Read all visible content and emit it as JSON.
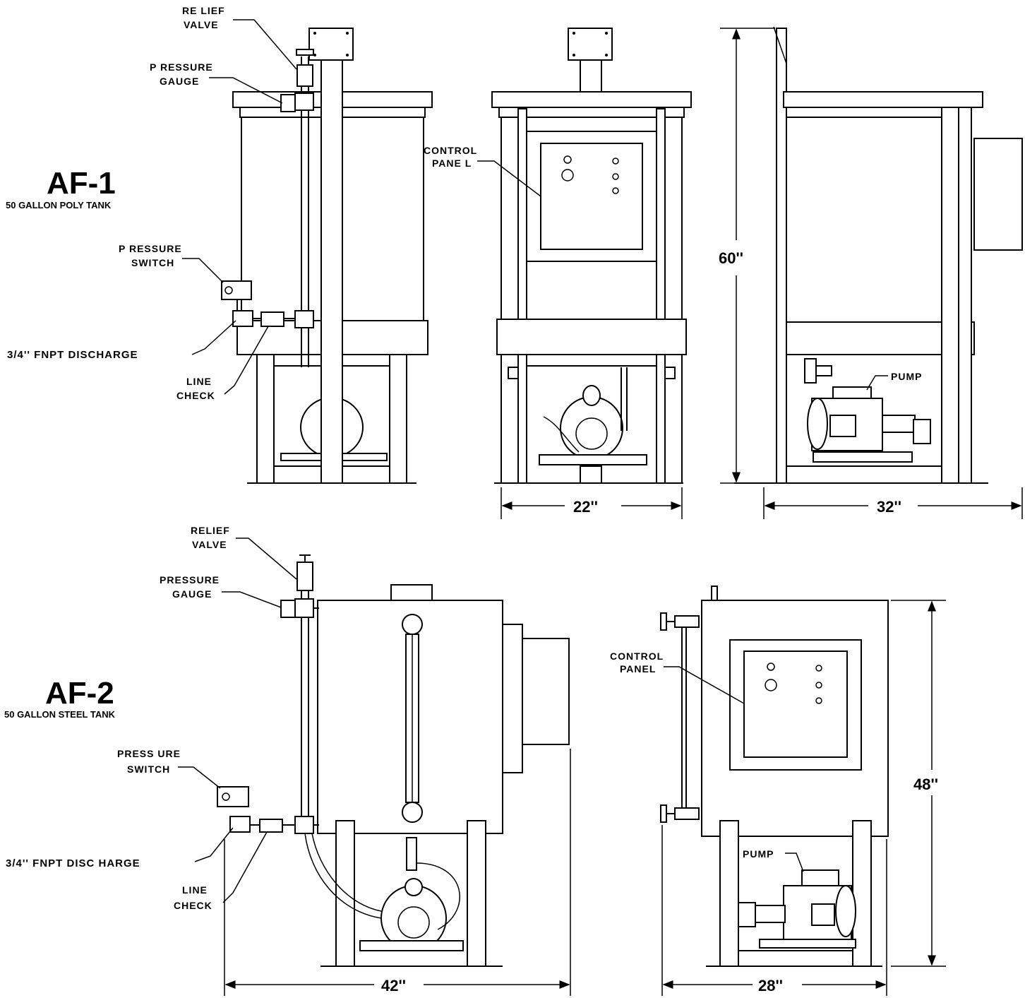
{
  "af1": {
    "title": "AF-1",
    "subtitle": "50 GALLON POLY TANK",
    "labels": {
      "relief_valve_1": "RE LIEF",
      "relief_valve_2": "VALVE",
      "pressure_gauge_1": "P RESSURE",
      "pressure_gauge_2": "GAUGE",
      "pressure_switch_1": "P RESSURE",
      "pressure_switch_2": "SWITCH",
      "discharge": "3/4'' FNPT DISCHARGE",
      "line_check_1": "LINE",
      "line_check_2": "CHECK",
      "control_panel_1": "CONTROL",
      "control_panel_2": "PANE L",
      "pump": "PUMP"
    },
    "dims": {
      "width_front": "22''",
      "width_side": "32''",
      "height": "60''"
    }
  },
  "af2": {
    "title": "AF-2",
    "subtitle": "50 GALLON STEEL TANK",
    "labels": {
      "relief_valve_1": "RELIEF",
      "relief_valve_2": "VALVE",
      "pressure_gauge_1": "PRESSURE",
      "pressure_gauge_2": "GAUGE",
      "pressure_switch_1": "PRESS URE",
      "pressure_switch_2": "SWITCH",
      "discharge": "3/4'' FNPT DISC HARGE",
      "line_check_1": "LINE",
      "line_check_2": "CHECK",
      "control_panel_1": "CONTROL",
      "control_panel_2": "PANEL",
      "pump": "PUMP"
    },
    "dims": {
      "width_side": "42''",
      "width_front": "28''",
      "height": "48''"
    }
  }
}
